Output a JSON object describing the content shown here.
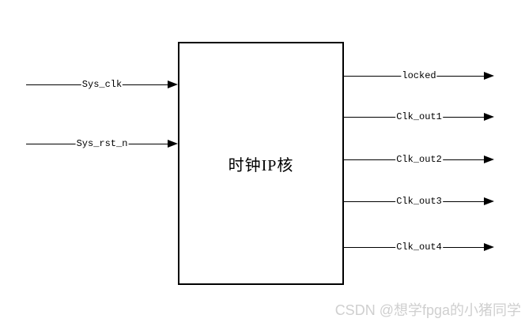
{
  "diagram": {
    "block_title": "时钟IP核",
    "inputs": [
      {
        "label": "Sys_clk"
      },
      {
        "label": "Sys_rst_n"
      }
    ],
    "outputs": [
      {
        "label": "locked"
      },
      {
        "label": "Clk_out1"
      },
      {
        "label": "Clk_out2"
      },
      {
        "label": "Clk_out3"
      },
      {
        "label": "Clk_out4"
      }
    ]
  },
  "watermark": {
    "text": "CSDN @想学fpga的小猪同学"
  },
  "colors": {
    "line": "#000000",
    "background": "#ffffff",
    "watermark_text": "#cfcfcf"
  }
}
